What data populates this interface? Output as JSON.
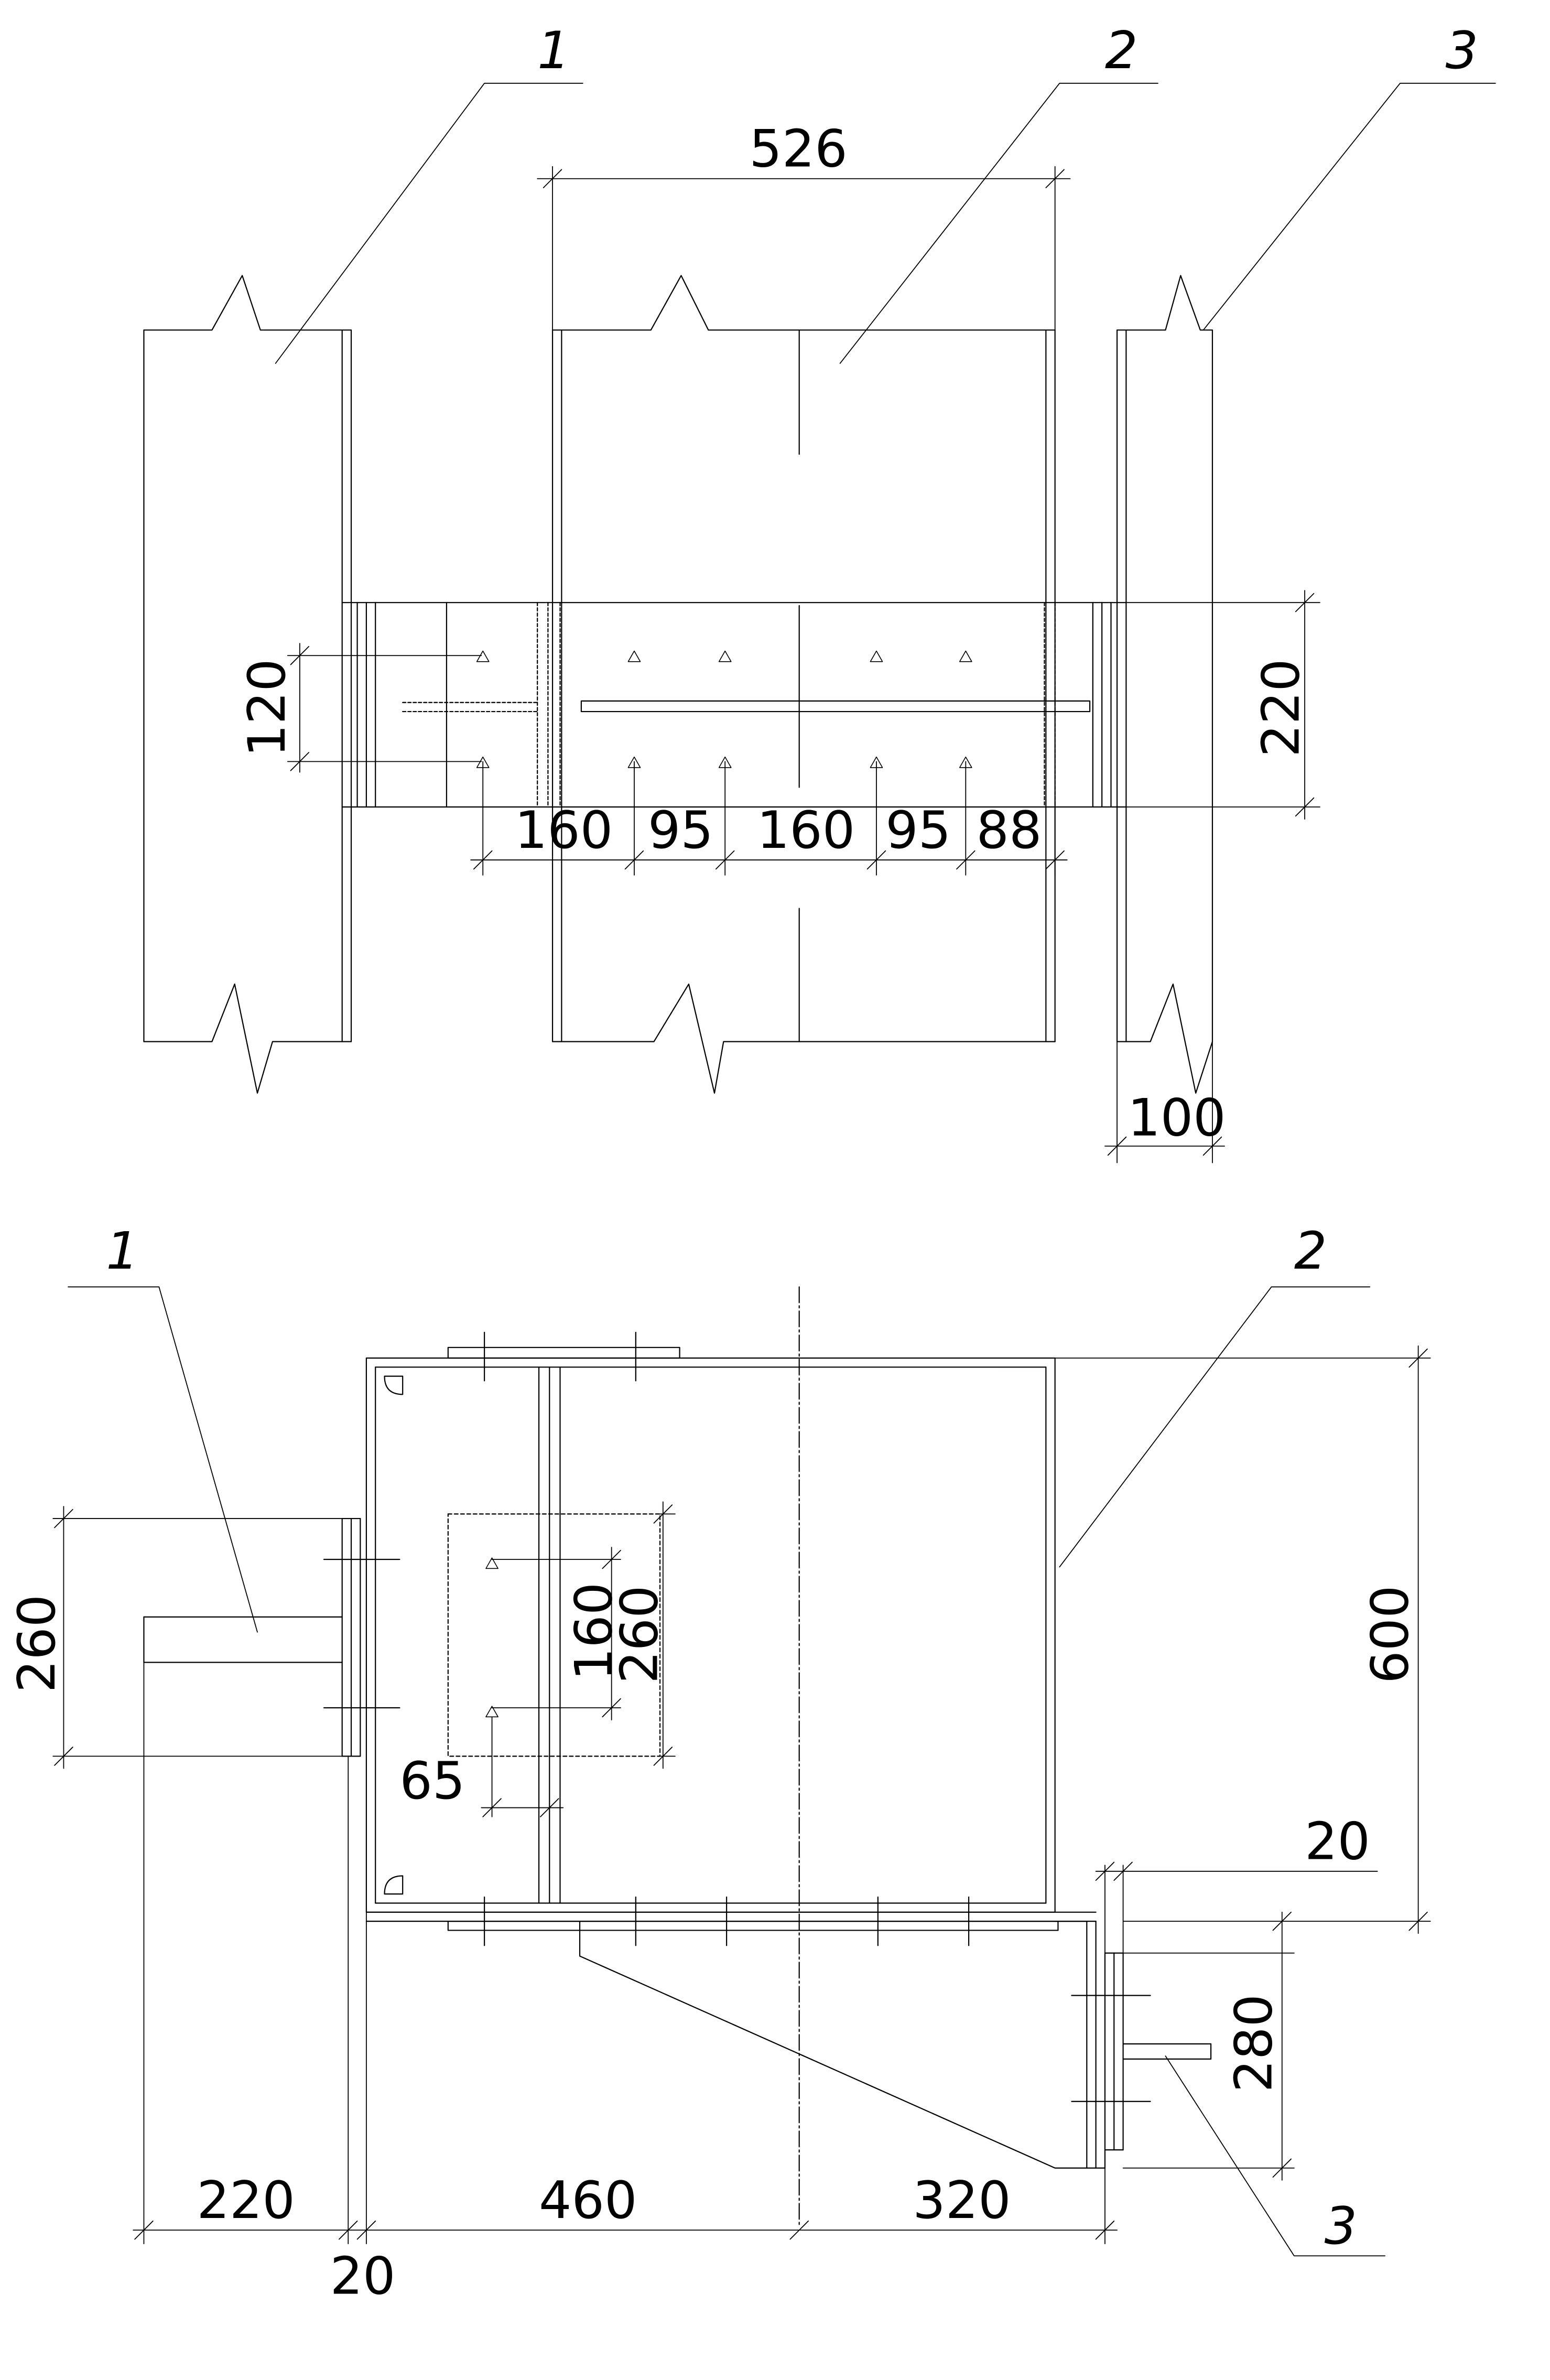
{
  "callouts": {
    "top": [
      "1",
      "2",
      "3"
    ],
    "bottom": [
      "1",
      "2",
      "3"
    ]
  },
  "dimensions": {
    "top_width": "526",
    "top_bolt_pitch": "120",
    "top_plate_height": "220",
    "top_h1": "160",
    "top_h2": "95",
    "top_h3": "160",
    "top_h4": "95",
    "top_h5": "88",
    "top_flange": "100",
    "bot_left_plate": "260",
    "bot_bolt_pitch": "160",
    "bot_inner_plate": "260",
    "bot_edge": "65",
    "bot_height": "600",
    "bot_gap": "20",
    "bot_right_plate": "280",
    "bot_w1": "220",
    "bot_w2": "460",
    "bot_w3": "320",
    "bot_w4": "20"
  },
  "colors": {
    "line": "#000000",
    "background": "#ffffff"
  }
}
